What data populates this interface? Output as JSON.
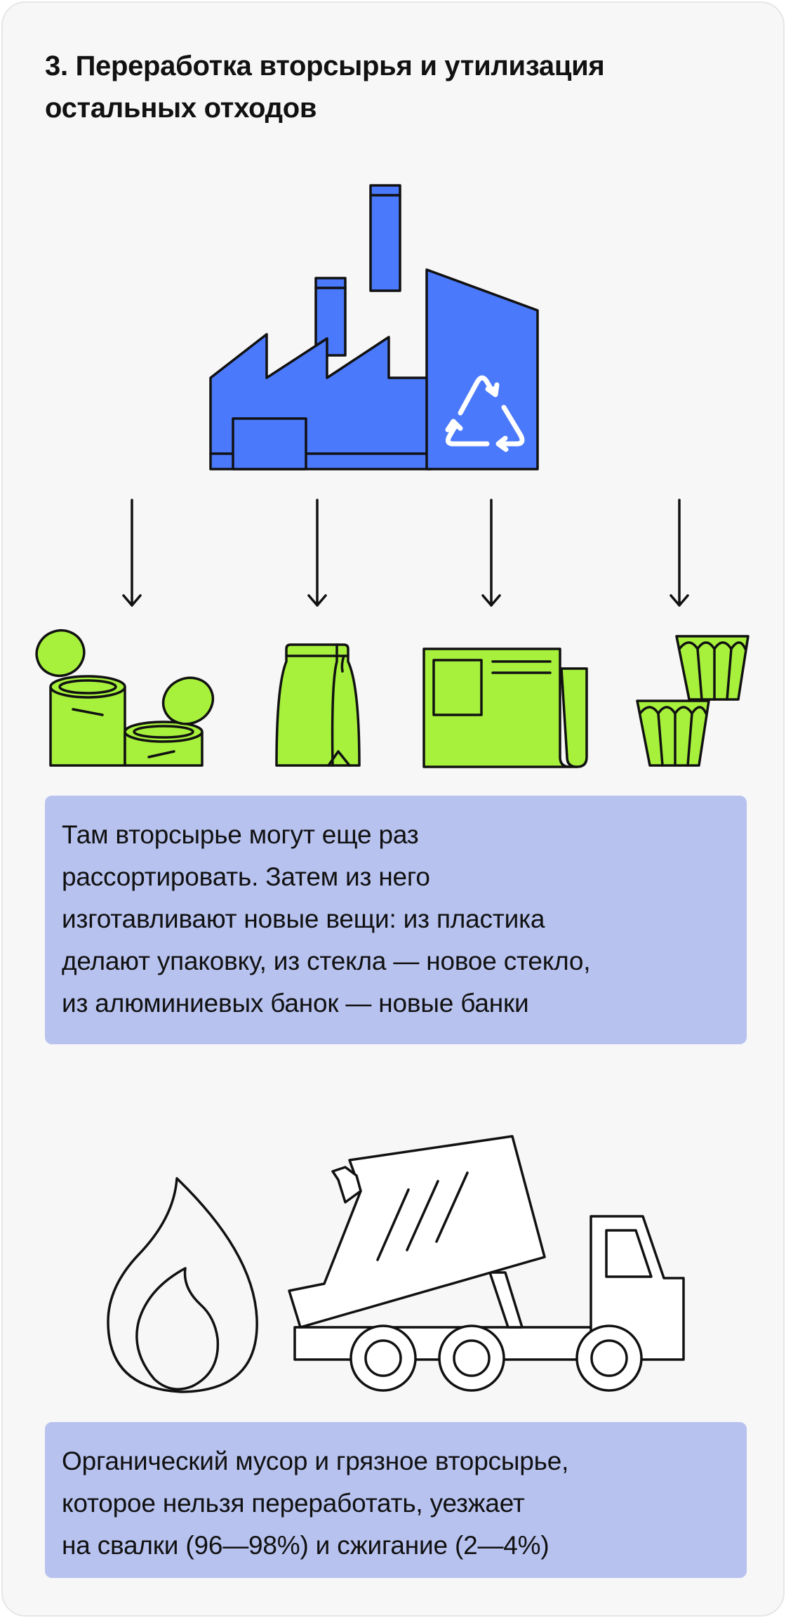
{
  "title": "3. Переработка вторсырья и утилизация остальных отходов",
  "recycling_text": "Там вторсырье могут еще раз\nрассортировать. Затем из него\nизготавливают новые вещи: из пластика\nделают упаковку, из стекла — новое стекло,\nиз алюминиевых банок — новые банки",
  "disposal_text": "Органический мусор и грязное вторсырье,\nкоторое нельзя переработать, уезжает\nна свалки (96—98%) и сжигание (2—4%)",
  "colors": {
    "factory": "#4a79fb",
    "materials": "#a7f13d",
    "text_box": "#b7c2ef",
    "recycle_symbol": "#ffffff"
  },
  "icons": [
    "factory-icon",
    "recycle-icon",
    "cans-icon",
    "bag-icon",
    "newspaper-icon",
    "cups-icon",
    "flame-icon",
    "dump-truck-icon"
  ]
}
